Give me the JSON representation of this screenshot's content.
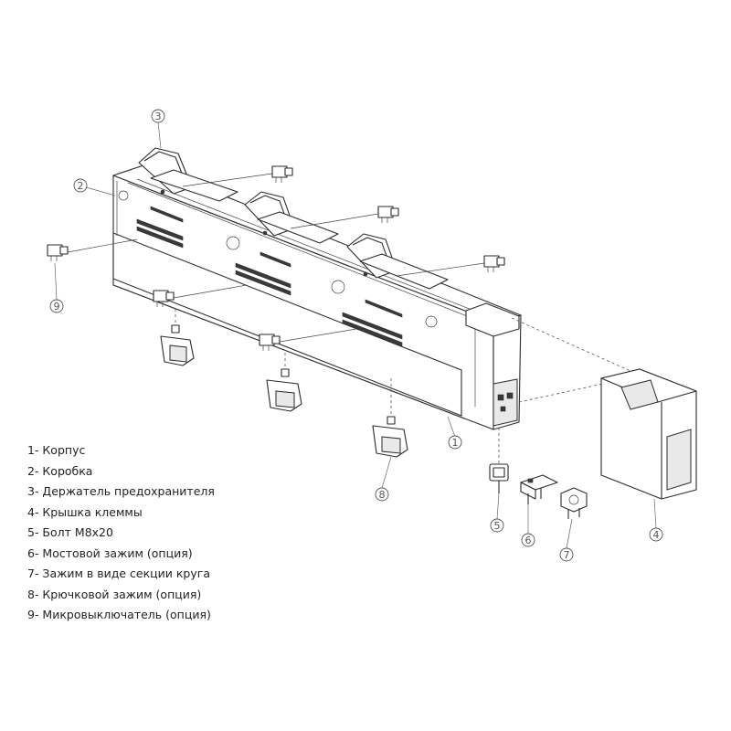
{
  "legend": [
    "1- Корпус",
    "2- Коробка",
    "3- Держатель предохранителя",
    "4- Крышка клеммы",
    "5- Болт M8x20",
    "6- Мостовой зажим (опция)",
    "7- Зажим в виде секции круга",
    "8- Крючковой зажим (опция)",
    "9- Микровыключатель (опция)"
  ],
  "callouts": [
    "1",
    "2",
    "3",
    "4",
    "5",
    "6",
    "7",
    "8",
    "9"
  ],
  "colors": {
    "line": "#2b2b2b",
    "fill": "#ffffff",
    "shade": "#e9e9e9"
  }
}
